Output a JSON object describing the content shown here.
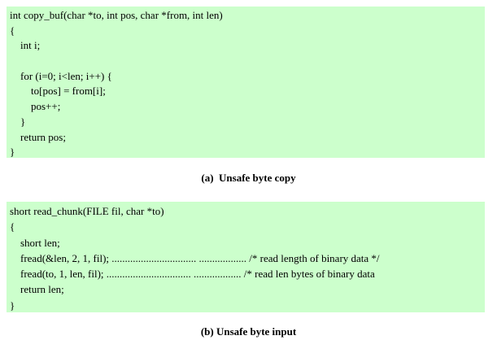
{
  "figure_a": {
    "lines": [
      "int copy_buf(char *to, int pos, char *from, int len)",
      "{",
      "    int i;",
      "",
      "    for (i=0; i<len; i++) {",
      "        to[pos] = from[i];",
      "        pos++;",
      "    }",
      "    return pos;",
      "}"
    ],
    "caption": "(a)  Unsafe byte copy"
  },
  "figure_b": {
    "lines": [
      "short read_chunk(FILE fil, char *to)",
      "{",
      "    short len;",
      "    fread(&len, 2, 1, fil); ................................ .................. /* read length of binary data */",
      "    fread(to, 1, len, fil); ................................ .................. /* read len bytes of binary data",
      "    return len;",
      "}"
    ],
    "caption": "(b) Unsafe byte input"
  },
  "colors": {
    "code_background": "#ccffcc",
    "text": "#000000"
  }
}
